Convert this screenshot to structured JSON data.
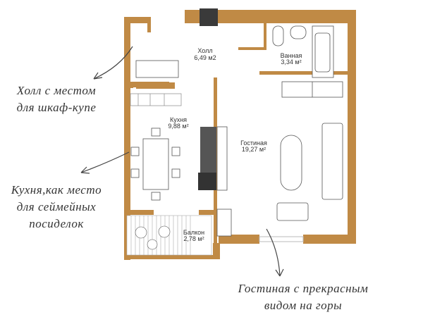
{
  "rooms": {
    "hall": {
      "name": "Холл",
      "area": "6,49 м2"
    },
    "bathroom": {
      "name": "Ванная",
      "area": "3,34 м²"
    },
    "kitchen": {
      "name": "Кухня",
      "area": "9,88 м²"
    },
    "living": {
      "name": "Гостиная",
      "area": "19,27 м²"
    },
    "balcony": {
      "name": "Балкон",
      "area": "2,78 м²"
    }
  },
  "notes": {
    "hall_line1": "Холл с местом",
    "hall_line2": "для шкаф-купе",
    "kitchen_line1": "Кухня,как место",
    "kitchen_line2": "для сеймейных",
    "kitchen_line3": "посиделок",
    "living_line1": "Гостиная с прекрасным",
    "living_line2": "видом на горы"
  },
  "colors": {
    "wall": "#c08a45",
    "furniture": "#555555",
    "dark": "#333333"
  }
}
